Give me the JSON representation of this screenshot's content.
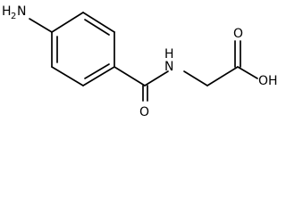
{
  "molecule": {
    "labels": {
      "amine_h": "H",
      "amine_sub": "2",
      "amine_n": "N",
      "amide_n": "N",
      "amide_h": "H",
      "carbonyl_o": "O",
      "acid_o": "O",
      "acid_oh": "OH"
    }
  }
}
